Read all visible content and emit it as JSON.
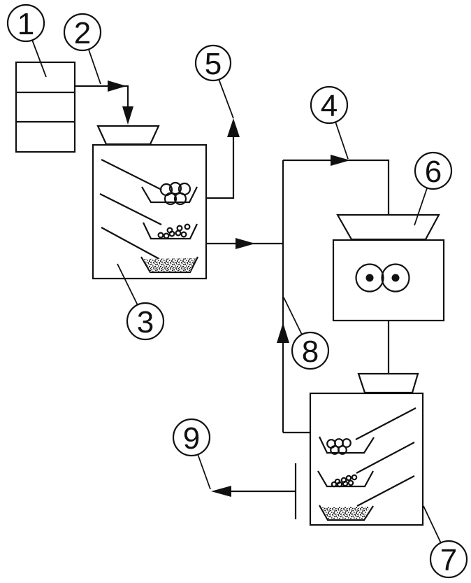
{
  "figure": {
    "background_color": "#ffffff",
    "line_color": "#111111",
    "callouts": [
      {
        "label": "1",
        "target": "feed-storage-bin"
      },
      {
        "label": "2",
        "target": "feed-line"
      },
      {
        "label": "3",
        "target": "primary-screening-unit"
      },
      {
        "label": "4",
        "target": "crusher-feed-line"
      },
      {
        "label": "5",
        "target": "oversize-take-off-line"
      },
      {
        "label": "6",
        "target": "crusher-feed-hopper"
      },
      {
        "label": "7",
        "target": "secondary-screening-unit"
      },
      {
        "label": "8",
        "target": "recycle-line"
      },
      {
        "label": "9",
        "target": "fines-discharge-line"
      }
    ]
  }
}
